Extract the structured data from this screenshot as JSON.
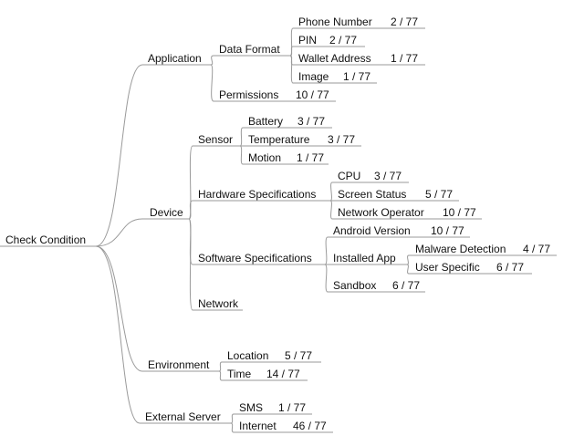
{
  "root": {
    "label": "Check Condition",
    "children": [
      {
        "label": "Application",
        "children": [
          {
            "label": "Data Format",
            "children": [
              {
                "label": "Phone Number",
                "value": "2 / 77"
              },
              {
                "label": "PIN",
                "value": "2 / 77"
              },
              {
                "label": "Wallet Address",
                "value": "1 / 77"
              },
              {
                "label": "Image",
                "value": "1 / 77"
              }
            ]
          },
          {
            "label": "Permissions",
            "value": "10 / 77"
          }
        ]
      },
      {
        "label": "Device",
        "children": [
          {
            "label": "Sensor",
            "children": [
              {
                "label": "Battery",
                "value": "3 / 77"
              },
              {
                "label": "Temperature",
                "value": "3 / 77"
              },
              {
                "label": "Motion",
                "value": "1 / 77"
              }
            ]
          },
          {
            "label": "Hardware Specifications",
            "children": [
              {
                "label": "CPU",
                "value": "3 / 77"
              },
              {
                "label": "Screen Status",
                "value": "5 / 77"
              },
              {
                "label": "Network Operator",
                "value": "10 / 77"
              }
            ]
          },
          {
            "label": "Software Specifications",
            "children": [
              {
                "label": "Android Version",
                "value": "10 / 77"
              },
              {
                "label": "Installed App",
                "children": [
                  {
                    "label": "Malware Detection",
                    "value": "4 / 77"
                  },
                  {
                    "label": "User Specific",
                    "value": "6 / 77"
                  }
                ]
              },
              {
                "label": "Sandbox",
                "value": "6 / 77"
              }
            ]
          },
          {
            "label": "Network"
          }
        ]
      },
      {
        "label": "Environment",
        "children": [
          {
            "label": "Location",
            "value": "5 / 77"
          },
          {
            "label": "Time",
            "value": "14 / 77"
          }
        ]
      },
      {
        "label": "External Server",
        "children": [
          {
            "label": "SMS",
            "value": "1 / 77"
          },
          {
            "label": "Internet",
            "value": "46 / 77"
          }
        ]
      }
    ]
  },
  "colors": {
    "line": "#9a9a9a",
    "text": "#111111",
    "background": "#ffffff"
  }
}
